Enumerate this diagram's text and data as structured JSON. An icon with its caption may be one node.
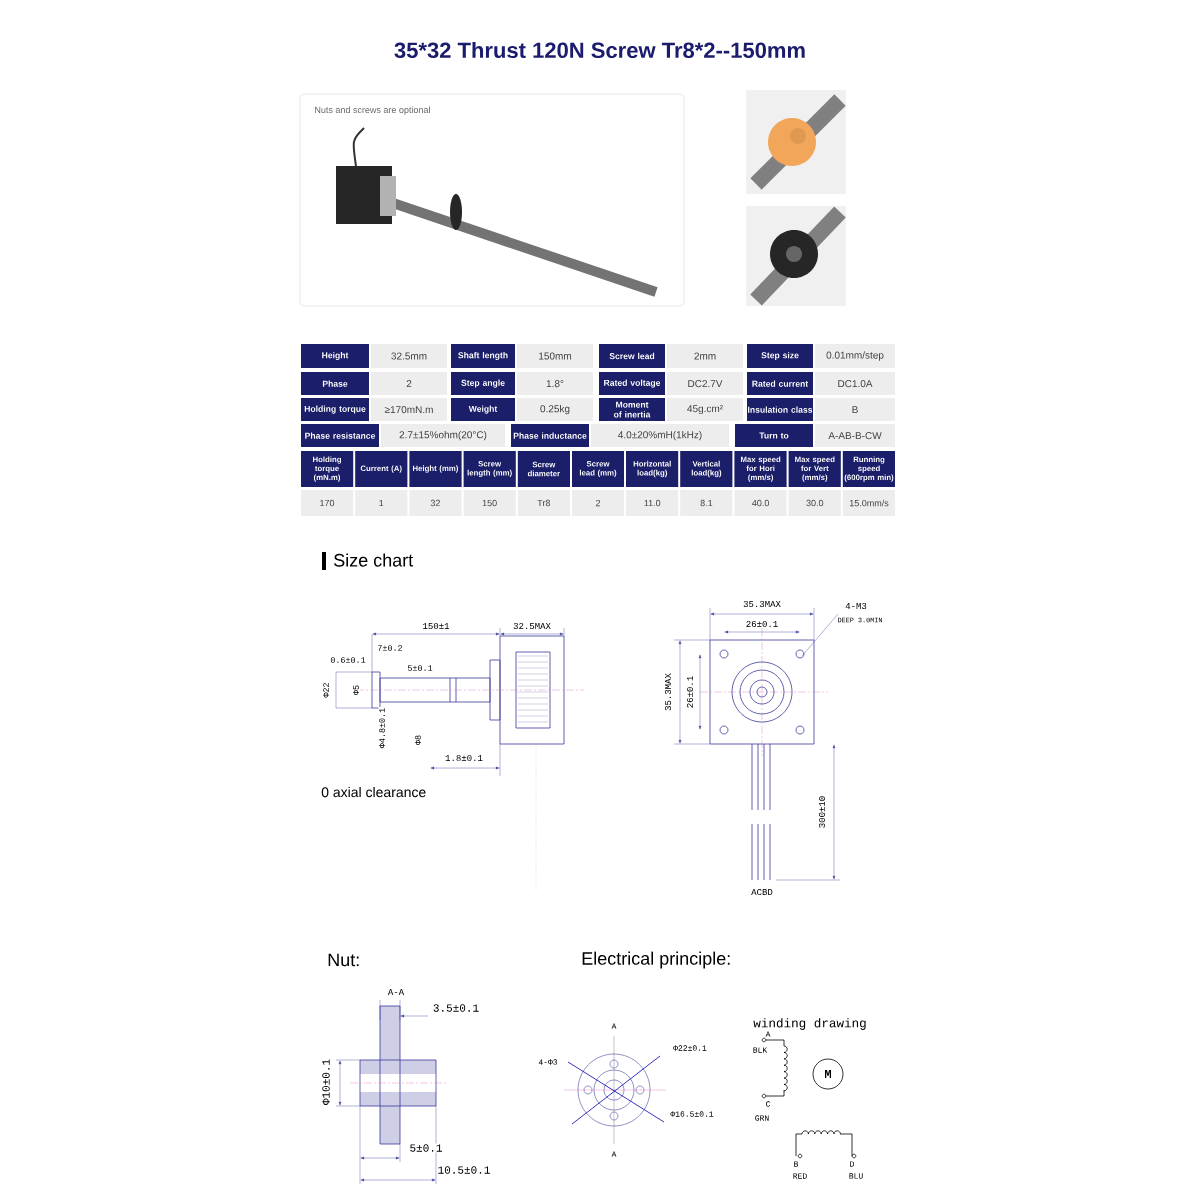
{
  "diagram": {
    "title": "35*32 Thrust 120N Screw Tr8*2--150mm",
    "nodes": [
      {
        "text": [
          "Nuts and screws are optional"
        ]
      },
      {
        "text": [
          "M"
        ]
      }
    ],
    "labels": [
      "Height",
      "32.5mm",
      "Shaft length",
      "150mm",
      "Screw lead",
      "2mm",
      "Step size",
      "0.01mm/step",
      "Phase",
      "2",
      "Step angle",
      "1.8°",
      "Rated voltage",
      "DC2.7V",
      "Rated current",
      "DC1.0A",
      "Holding torque",
      "≥170mN.m",
      "Weight",
      "0.25kg",
      "Moment of inertia",
      "45g.cm²",
      "Insulation class",
      "B",
      "Phase resistance",
      "2.7±15%ohm(20°C)",
      "Phase inductance",
      "4.0±20%mH(1kHz)",
      "Turn to",
      "A-AB-B-CW",
      "Holding torque (mN.m)",
      "Current (A)",
      "Height (mm)",
      "Screw length (mm)",
      "Screw diameter",
      "Screw lead (mm)",
      "Horizontal load(kg)",
      "Vertical load(kg)",
      "Max speed for Hori (mm/s)",
      "Max speed for Vert (mm/s)",
      "Running speed (600rpm min)",
      "170",
      "1",
      "32",
      "150",
      "Tr8",
      "2",
      "11.0",
      "8.1",
      "40.0",
      "30.0",
      "15.0mm/s",
      "Size chart",
      "150±1",
      "32.5MAX",
      "7±0.2",
      "0.6±0.1",
      "5±0.1",
      "Φ22",
      "Φ5",
      "Φ4.8±0.1",
      "Φ8",
      "1.8±0.1",
      "0 axial clearance",
      "35.3MAX",
      "26±0.1",
      "4-M3",
      "DEEP 3.0MIN",
      "35.3MAX",
      "26±0.1",
      "300±10",
      "ACBD",
      "Nut:",
      "A-A",
      "3.5±0.1",
      "Φ10±0.1",
      "5±0.1",
      "10.5±0.1",
      "Electrical principle:",
      "A",
      "4-Φ3",
      "Φ22±0.1",
      "Φ16.5±0.1",
      "A",
      "winding drawing",
      "A",
      "BLK",
      "C",
      "GRN",
      "B",
      "RED",
      "D",
      "BLU"
    ]
  }
}
